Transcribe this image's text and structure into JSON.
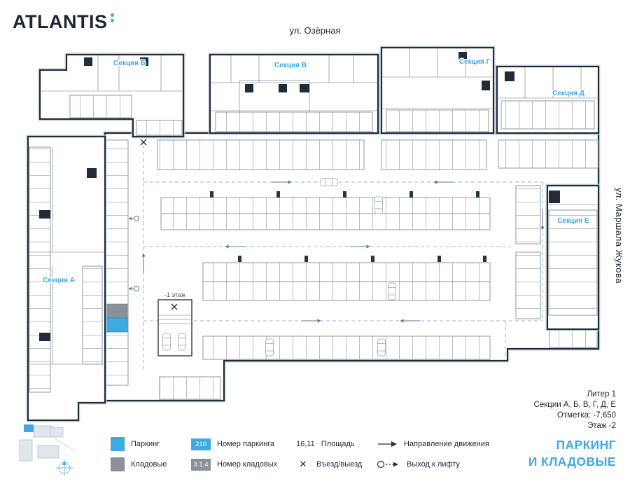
{
  "header": {
    "logo": "ATLANTIS",
    "street_top": "ул. Озёрная",
    "street_right": "ул. Маршала Жукова"
  },
  "plan": {
    "sections": [
      {
        "label": "Секция А"
      },
      {
        "label": "Секция Б"
      },
      {
        "label": "Секция В"
      },
      {
        "label": "Секция Г"
      },
      {
        "label": "Секция Д"
      },
      {
        "label": "Секция Е"
      }
    ],
    "floor_label": "-1 этаж"
  },
  "info": {
    "liter": "Литер 1",
    "sections_list": "Секции А, Б, В, Г, Д, Е",
    "mark": "Отметка:  -7,650",
    "floor": "Этаж  -2"
  },
  "legend": {
    "parking_label": "Паркинг",
    "storage_label": "Кладовые",
    "parking_number_badge": "210",
    "parking_number_label": "Номер паркинга",
    "storage_number_badge": "3.1.4",
    "storage_number_label": "Номер кладовых",
    "area_value": "16,11",
    "area_label": "Площадь",
    "entry_icon": "✕",
    "entry_label": "Въезд/выезд",
    "direction_label": "Направление движения",
    "elevator_label": "Выход к лифту"
  },
  "footer_title": {
    "line1": "ПАРКИНГ",
    "line2": "И КЛАДОВЫЕ"
  },
  "colors": {
    "accent": "#3FA9E1",
    "storage_gray": "#8A9198",
    "wall_dark": "#232B36"
  }
}
